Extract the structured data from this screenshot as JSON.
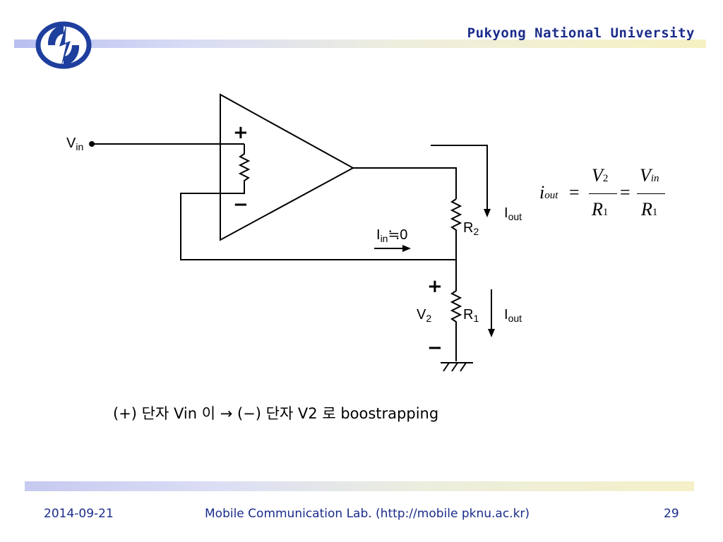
{
  "header": {
    "university": "Pukyong National University"
  },
  "circuit": {
    "vin_label": "V",
    "vin_sub": "in",
    "plus_input": "+",
    "minus_input": "−",
    "iin_label": "I",
    "iin_sub": "in",
    "iin_approx": "≒0",
    "r2_label": "R",
    "r2_sub": "2",
    "r1_label": "R",
    "r1_sub": "1",
    "iout_top_label": "I",
    "iout_top_sub": "out",
    "iout_bottom_label": "I",
    "iout_bottom_sub": "out",
    "v2_plus": "+",
    "v2_label": "V",
    "v2_sub": "2",
    "v2_minus": "−"
  },
  "formula": {
    "lhs": "i",
    "lhs_sub": "out",
    "eq": "=",
    "frac1_num": "V",
    "frac1_num_sub": "2",
    "frac1_den": "R",
    "frac1_den_sub": "1",
    "frac2_num": "V",
    "frac2_num_sub": "in",
    "frac2_den": "R",
    "frac2_den_sub": "1"
  },
  "caption": "(+) 단자 Vin 이 → (−) 단자 V2 로 boostrapping",
  "footer": {
    "date": "2014-09-21",
    "lab": "Mobile Communication Lab. (http://mobile pknu.ac.kr)",
    "page": "29"
  },
  "colors": {
    "footer_text": "#1a2c8a",
    "logo_blue": "#1e3f9e"
  }
}
